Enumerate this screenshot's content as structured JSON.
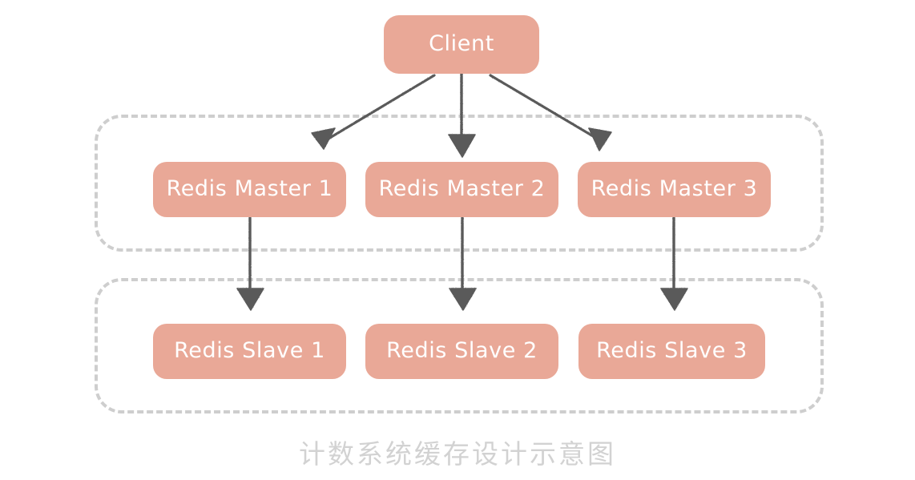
{
  "diagram": {
    "title_caption": "计数系统缓存设计示意图",
    "colors": {
      "node_fill": "#e9a897",
      "node_text": "#ffffff",
      "group_border": "#cecece",
      "arrow": "#5a5a5a",
      "caption_text": "#d2d2d2",
      "background": "#ffffff"
    },
    "client": {
      "label": "Client"
    },
    "groups": [
      {
        "name": "masters-group",
        "label": ""
      },
      {
        "name": "slaves-group",
        "label": ""
      }
    ],
    "masters": [
      {
        "label": "Redis Master 1"
      },
      {
        "label": "Redis Master 2"
      },
      {
        "label": "Redis Master 3"
      }
    ],
    "slaves": [
      {
        "label": "Redis Slave 1"
      },
      {
        "label": "Redis Slave 2"
      },
      {
        "label": "Redis Slave 3"
      }
    ],
    "edges": [
      {
        "name": "client-to-master-1",
        "from": "Client",
        "to": "Redis Master 1"
      },
      {
        "name": "client-to-master-2",
        "from": "Client",
        "to": "Redis Master 2"
      },
      {
        "name": "client-to-master-3",
        "from": "Client",
        "to": "Redis Master 3"
      },
      {
        "name": "master-1-to-slave-1",
        "from": "Redis Master 1",
        "to": "Redis Slave 1"
      },
      {
        "name": "master-2-to-slave-2",
        "from": "Redis Master 2",
        "to": "Redis Slave 2"
      },
      {
        "name": "master-3-to-slave-3",
        "from": "Redis Master 3",
        "to": "Redis Slave 3"
      }
    ]
  }
}
